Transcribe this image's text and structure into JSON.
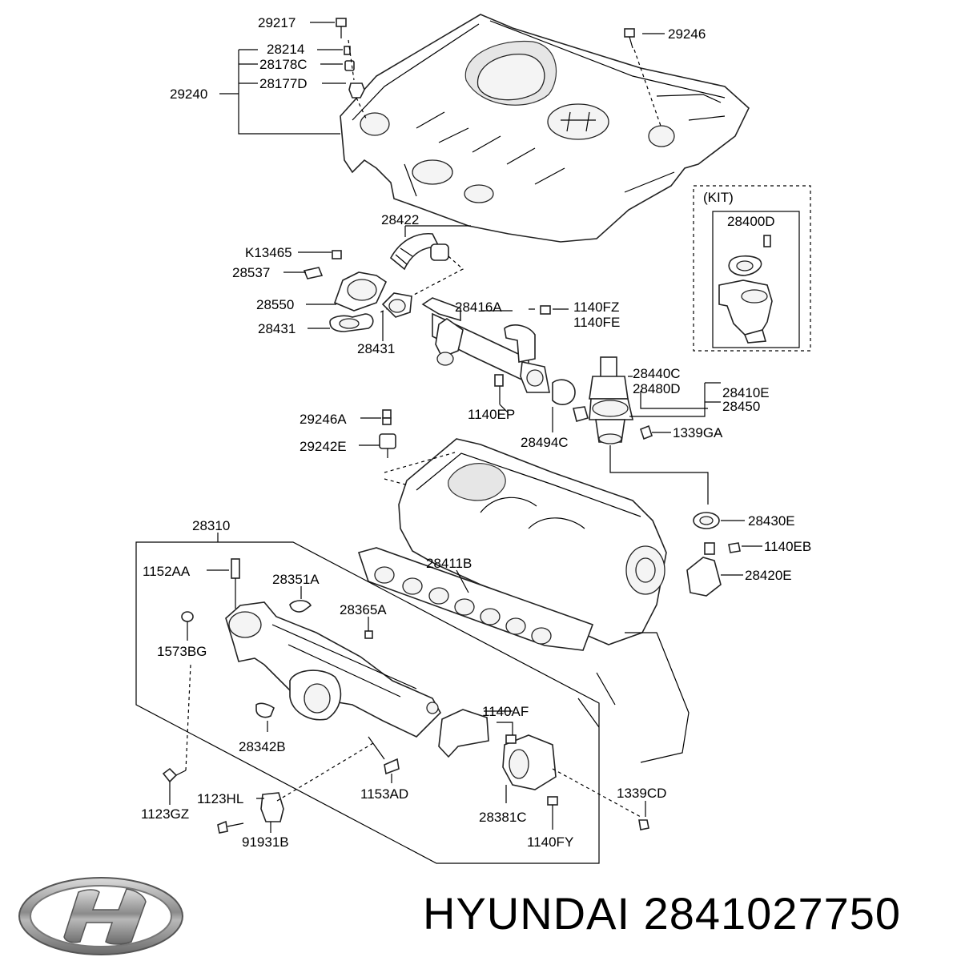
{
  "labels": {
    "l29217": "29217",
    "l29246": "29246",
    "l28214": "28214",
    "l28178C": "28178C",
    "l29240": "29240",
    "l28177D": "28177D",
    "l28422": "28422",
    "l_kit": "(KIT)",
    "l28400D": "28400D",
    "lK13465": "K13465",
    "l28537": "28537",
    "l28550": "28550",
    "l28416A": "28416A",
    "l1140FZ": "1140FZ",
    "l1140FE": "1140FE",
    "l28431a": "28431",
    "l28431b": "28431",
    "l28440C": "28440C",
    "l28480D": "28480D",
    "l28410E": "28410E",
    "l28450": "28450",
    "l29246A": "29246A",
    "l1140EP": "1140EP",
    "l28494C": "28494C",
    "l1339GA": "1339GA",
    "l29242E": "29242E",
    "l28310": "28310",
    "l28430E": "28430E",
    "l1140EB": "1140EB",
    "l1152AA": "1152AA",
    "l28351A": "28351A",
    "l28411B": "28411B",
    "l28420E": "28420E",
    "l28365A": "28365A",
    "l1573BG": "1573BG",
    "l1140AF": "1140AF",
    "l28342B": "28342B",
    "l1339CD": "1339CD",
    "l1153AD": "1153AD",
    "l1123HL": "1123HL",
    "l1123GZ": "1123GZ",
    "l28381C": "28381C",
    "l91931B": "91931B",
    "l1140FY": "1140FY"
  },
  "brand": {
    "name": "HYUNDAI",
    "part_number": "2841027750",
    "logo_icon": "hyundai-logo"
  }
}
